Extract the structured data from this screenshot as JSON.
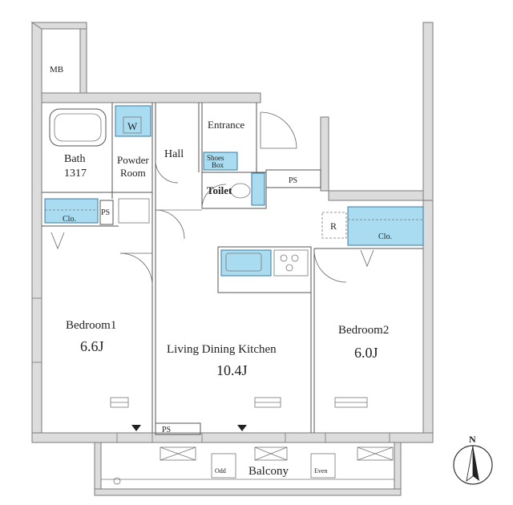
{
  "rooms": {
    "mb": "MB",
    "bath": "Bath",
    "bath_size": "1317",
    "powder_room_1": "Powder",
    "powder_room_2": "Room",
    "washer": "W",
    "hall": "Hall",
    "entrance": "Entrance",
    "shoes_box_1": "Shoes",
    "shoes_box_2": "Box",
    "toilet": "Toilet",
    "ps_top": "PS",
    "ps_left": "PS",
    "ps_bottom": "PS",
    "clo_left": "Clo.",
    "clo_right": "Clo.",
    "refrigerator": "R",
    "bedroom1": "Bedroom1",
    "bedroom1_size": "6.6J",
    "ldk": "Living Dining Kitchen",
    "ldk_size": "10.4J",
    "bedroom2": "Bedroom2",
    "bedroom2_size": "6.0J",
    "balcony": "Balcony",
    "odd": "Odd",
    "even": "Even"
  },
  "compass": {
    "label": "N"
  },
  "colors": {
    "fixture_blue": "#a9dcf0",
    "wall_gray": "#dcdcdc"
  }
}
